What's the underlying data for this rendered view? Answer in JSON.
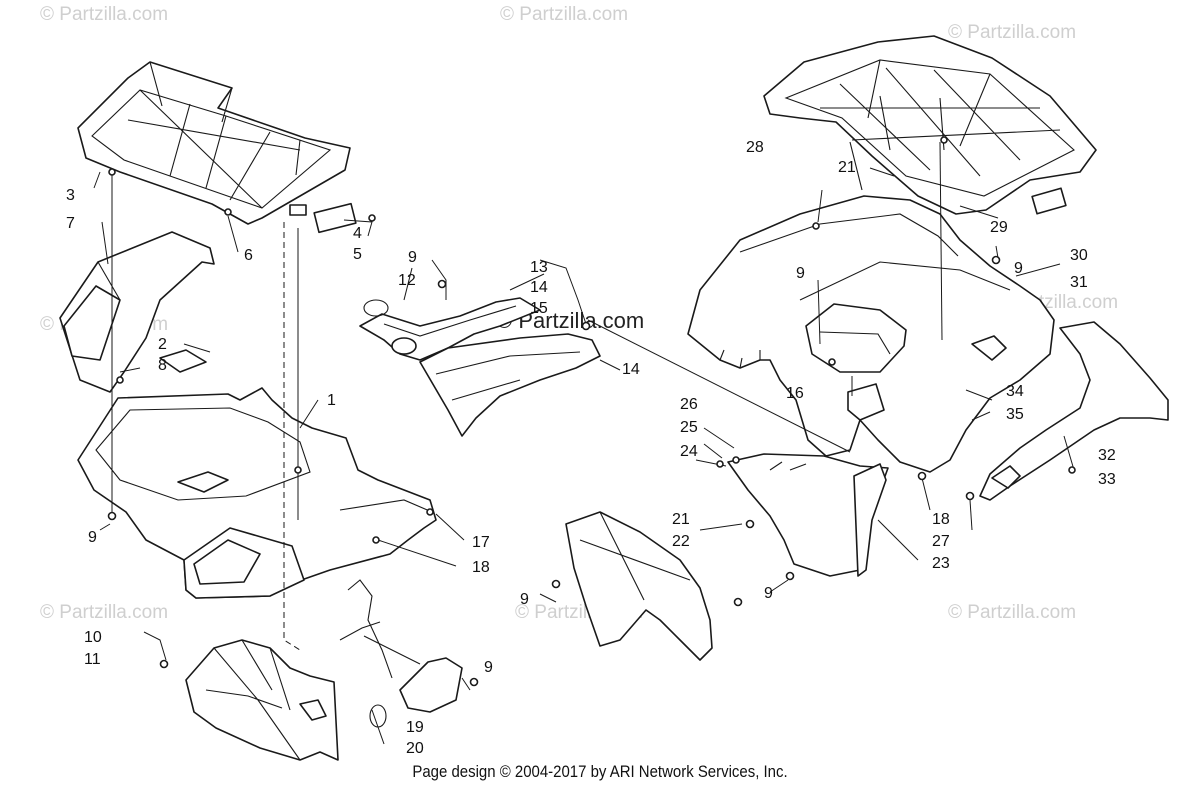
{
  "watermark": "© Partzilla.com",
  "footer": "Page design © 2004-2017 by ARI Network Services, Inc.",
  "callouts": [
    "1",
    "2",
    "3",
    "4",
    "5",
    "6",
    "7",
    "8",
    "9",
    "9",
    "9",
    "9",
    "9",
    "9",
    "9",
    "10",
    "11",
    "12",
    "13",
    "14",
    "14",
    "15",
    "16",
    "17",
    "18",
    "18",
    "19",
    "20",
    "21",
    "21",
    "22",
    "23",
    "24",
    "25",
    "26",
    "27",
    "28",
    "29",
    "30",
    "31",
    "32",
    "33",
    "34",
    "35"
  ]
}
